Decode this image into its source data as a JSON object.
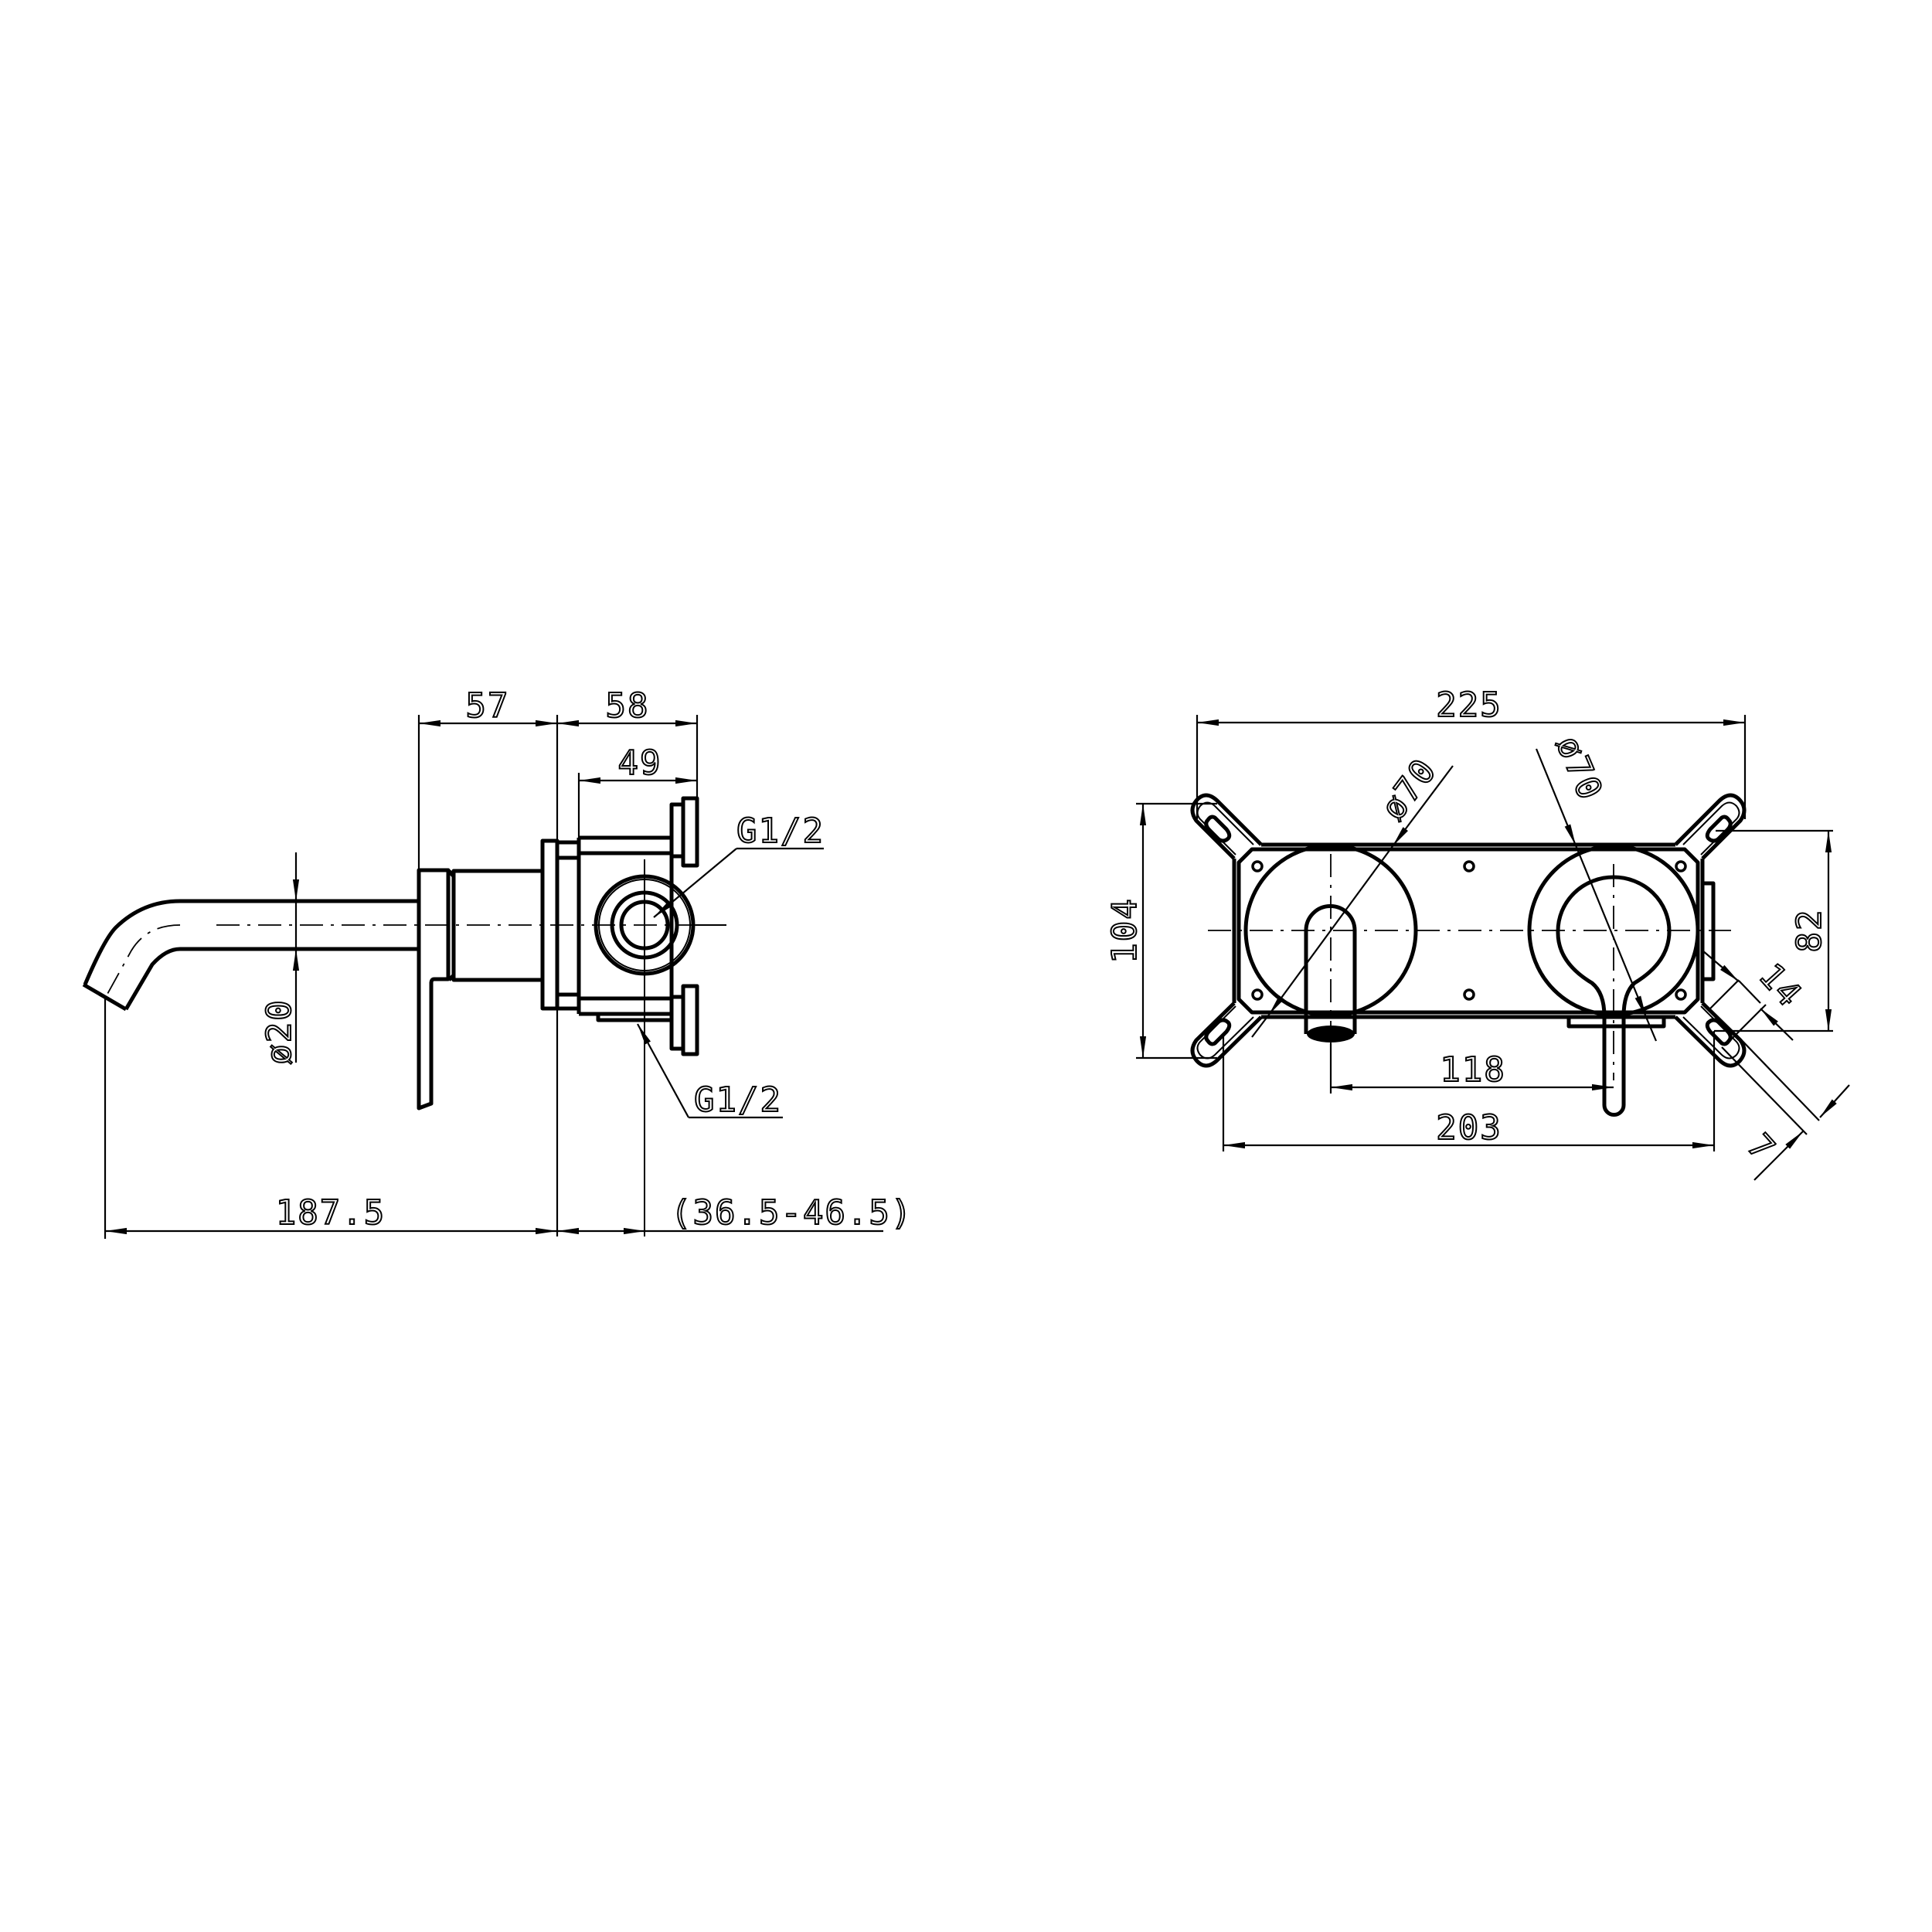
{
  "drawing": {
    "side_view": {
      "dimensions": {
        "handle_depth": "57",
        "box_depth": "58",
        "box_inner_depth": "49",
        "spout_diameter": "ø20",
        "spout_projection": "187.5",
        "wall_range": "(36.5-46.5)"
      },
      "callouts": {
        "outlet_thread": "G1/2",
        "inlet_thread": "G1/2"
      }
    },
    "front_view": {
      "dimensions": {
        "overall_width": "225",
        "overall_height": "104",
        "mounting_height": "82",
        "plate_width": "203",
        "centers_distance": "118",
        "spout_plate_diameter": "ø70",
        "lever_plate_diameter": "ø70",
        "ear_offset": "14",
        "slot_width": "7"
      }
    }
  },
  "colors": {
    "line": "#000000",
    "background": "#ffffff"
  }
}
